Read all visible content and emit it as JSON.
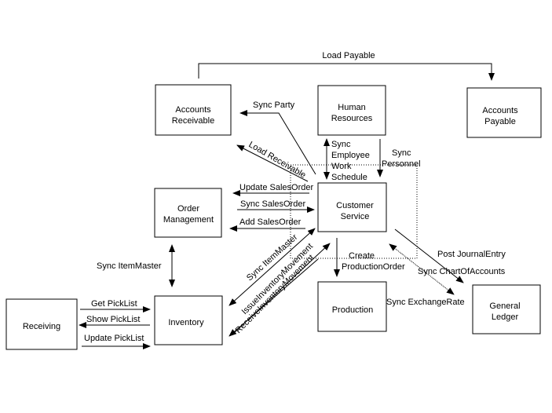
{
  "boxes": {
    "accounts_receivable": [
      "Accounts",
      "Receivable"
    ],
    "human_resources": [
      "Human",
      "Resources"
    ],
    "accounts_payable": [
      "Accounts",
      "Payable"
    ],
    "order_management": [
      "Order",
      "Management"
    ],
    "customer_service": [
      "Customer",
      "Service"
    ],
    "inventory": [
      "Inventory"
    ],
    "receiving": [
      "Receiving"
    ],
    "production": [
      "Production"
    ],
    "general_ledger": [
      "General",
      "Ledger"
    ]
  },
  "flows": {
    "load_payable": "Load Payable",
    "sync_party": "Sync Party",
    "load_receivable": "Load Receivable",
    "sync_employee_work_schedule": [
      "Sync",
      "Employee",
      "Work",
      "Schedule"
    ],
    "sync_personnel": [
      "Sync",
      "Personnel"
    ],
    "update_salesorder": "Update SalesOrder",
    "sync_salesorder": "Sync SalesOrder",
    "add_salesorder": "Add SalesOrder",
    "sync_itemmaster_om": "Sync ItemMaster",
    "sync_itemmaster_cs": "Sync ItemMaster",
    "issue_inventory_movement": "IssueInventoryMovement",
    "receive_inventory_movement": "ReceiveInventoryMovement",
    "create_production_order": [
      "Create",
      "ProductionOrder"
    ],
    "post_journal_entry": "Post JournalEntry",
    "sync_chart_of_accounts": "Sync ChartOfAccounts",
    "sync_exchange_rate": "Sync ExchangeRate",
    "get_picklist": "Get PickList",
    "show_picklist": "Show PickList",
    "update_picklist": "Update PickList"
  }
}
